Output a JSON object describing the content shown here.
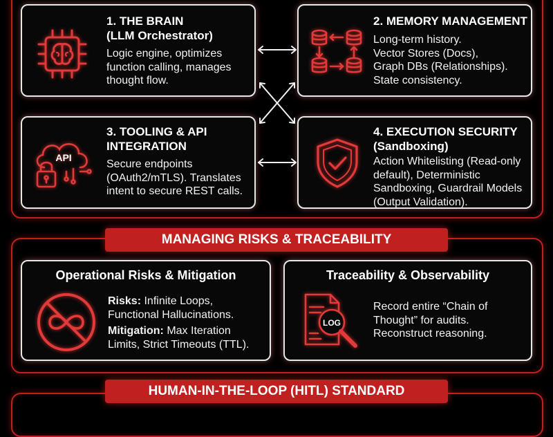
{
  "architecture": {
    "brain": {
      "title_line1": "1. THE BRAIN",
      "title_line2": "(LLM Orchestrator)",
      "desc": [
        "Logic engine, optimizes",
        "function calling, manages",
        "thought flow."
      ],
      "icon": "brain-chip-icon"
    },
    "memory": {
      "title": "2. MEMORY MANAGEMENT",
      "desc": [
        "Long-term history.",
        "Vector Stores (Docs),",
        "Graph DBs (Relationships).",
        "State consistency."
      ],
      "icon": "database-cluster-icon"
    },
    "tooling": {
      "title_line1": "3. TOOLING & API",
      "title_line2": "INTEGRATION",
      "desc": [
        "Secure endpoints",
        "(OAuth2/mTLS). Translates",
        "intent to secure REST calls."
      ],
      "icon": "cloud-api-lock-icon",
      "icon_text": "API"
    },
    "security": {
      "title_line1": "4. EXECUTION SECURITY",
      "title_line2": "(Sandboxing)",
      "desc": [
        "Action Whitelisting (Read-only",
        "default), Deterministic",
        "Sandboxing, Guardrail Models",
        "(Output Validation)."
      ],
      "icon": "shield-check-icon"
    }
  },
  "risks_section": {
    "banner": "MANAGING RISKS & TRACEABILITY",
    "operational": {
      "title": "Operational Risks & Mitigation",
      "risks_label": "Risks:",
      "risks_line1": " Infinite Loops,",
      "risks_line2": "Functional Hallucinations.",
      "mitigation_label": "Mitigation:",
      "mitigation_line1": " Max Iteration",
      "mitigation_line2": "Limits, Strict Timeouts (TTL).",
      "icon": "no-infinite-loop-icon"
    },
    "traceability": {
      "title": "Traceability & Observability",
      "desc": [
        "Record entire “Chain of",
        "Thought” for audits.",
        "Reconstruct reasoning."
      ],
      "icon": "log-magnifier-icon",
      "icon_text": "LOG"
    }
  },
  "hitl_section": {
    "banner": "HUMAN-IN-THE-LOOP (HITL) STANDARD"
  },
  "colors": {
    "accent_red": "#c0201f",
    "background": "#000000",
    "card_border": "#e8e8e8"
  }
}
